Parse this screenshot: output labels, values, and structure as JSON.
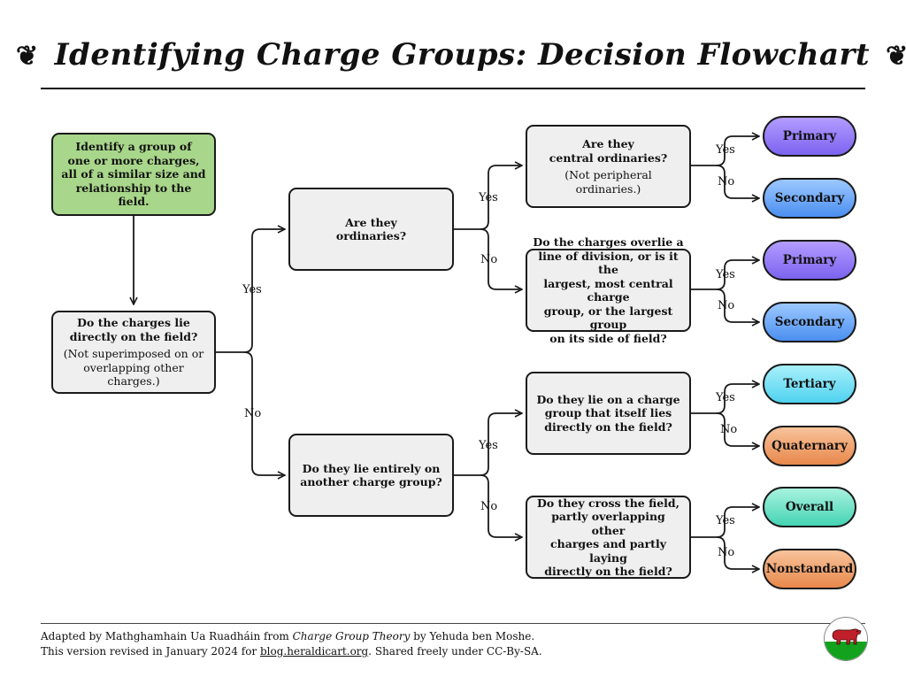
{
  "title": {
    "text": "Identifying Charge Groups: Decision Flowchart",
    "ornament": "❦"
  },
  "nodes": {
    "start": {
      "lines": [
        "Identify a group of",
        "one or more charges,",
        "all of a similar size and",
        "relationship to the field."
      ]
    },
    "lie_on_field": {
      "question": [
        "Do the charges lie",
        "directly on the field?"
      ],
      "note": [
        "(Not superimposed on or",
        "overlapping other charges.)"
      ]
    },
    "ordinaries": {
      "question": [
        "Are they",
        "ordinaries?"
      ]
    },
    "central_ordinaries": {
      "question": [
        "Are they",
        "central ordinaries?"
      ],
      "note": [
        "(Not peripheral ordinaries.)"
      ]
    },
    "overlie_division": {
      "question": [
        "Do the charges overlie a",
        "line of division, or is it the",
        "largest, most central charge",
        "group, or the largest group",
        "on its side of field?"
      ]
    },
    "entirely_on_group": {
      "question": [
        "Do they lie entirely on",
        "another charge group?"
      ]
    },
    "group_on_field": {
      "question": [
        "Do they lie on a charge",
        "group that itself lies",
        "directly on the field?"
      ]
    },
    "cross_field": {
      "question": [
        "Do they cross the field,",
        "partly overlapping other",
        "charges and partly laying",
        "directly on the field?"
      ]
    }
  },
  "outcomes": [
    {
      "label": "Primary",
      "color_top": "#b39cff",
      "color_bottom": "#7c63f0"
    },
    {
      "label": "Secondary",
      "color_top": "#9cc8ff",
      "color_bottom": "#4b8ff0"
    },
    {
      "label": "Primary",
      "color_top": "#b39cff",
      "color_bottom": "#7c63f0"
    },
    {
      "label": "Secondary",
      "color_top": "#9cc8ff",
      "color_bottom": "#4b8ff0"
    },
    {
      "label": "Tertiary",
      "color_top": "#a9f0fb",
      "color_bottom": "#4fd2ef"
    },
    {
      "label": "Quaternary",
      "color_top": "#f8c39a",
      "color_bottom": "#e8884c"
    },
    {
      "label": "Overall",
      "color_top": "#a8f2df",
      "color_bottom": "#45d4b3"
    },
    {
      "label": "Nonstandard",
      "color_top": "#f8c39a",
      "color_bottom": "#e8884c"
    }
  ],
  "edge_labels": {
    "yes": "Yes",
    "no": "No"
  },
  "colors": {
    "start_box": "#a8d68a",
    "question_box": "#efefef",
    "stroke": "#1a1a1a"
  },
  "footer": {
    "line1_prefix": "Adapted by Mathghamhain Ua Ruadháin from ",
    "line1_source": "Charge Group Theory",
    "line1_suffix": " by Yehuda ben Moshe.",
    "line2_prefix": "This version revised in January 2024 for ",
    "line2_link": "blog.heraldicart.org",
    "line2_suffix": ". Shared freely under CC-By-SA."
  }
}
